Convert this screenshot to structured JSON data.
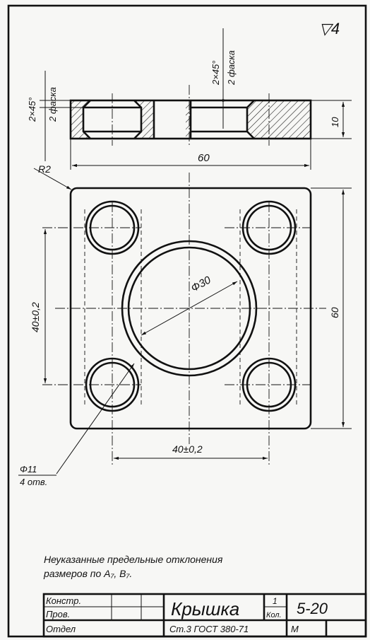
{
  "drawing": {
    "roughness_symbol": "▽4",
    "chamfer": {
      "size": "2×45°",
      "label": "2 фаска"
    },
    "dimensions": {
      "thickness": "10",
      "top_width": "60",
      "corner_radius": "R2",
      "height": "60",
      "hole_spacing_vertical": "40±0,2",
      "hole_spacing_horizontal": "40±0,2",
      "center_bore": "Φ30",
      "small_hole_diameter": "Φ11",
      "small_hole_count": "4 отв."
    },
    "note_line1": "Неуказанные предельные отклонения",
    "note_line2": "размеров по A₇, B₇."
  },
  "title_block": {
    "designer_label": "Констр.",
    "checker_label": "Пров.",
    "department_label": "Отдел",
    "part_name": "Крышка",
    "quantity_value": "1",
    "quantity_label": "Кол.",
    "drawing_number": "5-20",
    "material": "Ст.3 ГОСТ 380-71",
    "scale_letter": "М"
  }
}
